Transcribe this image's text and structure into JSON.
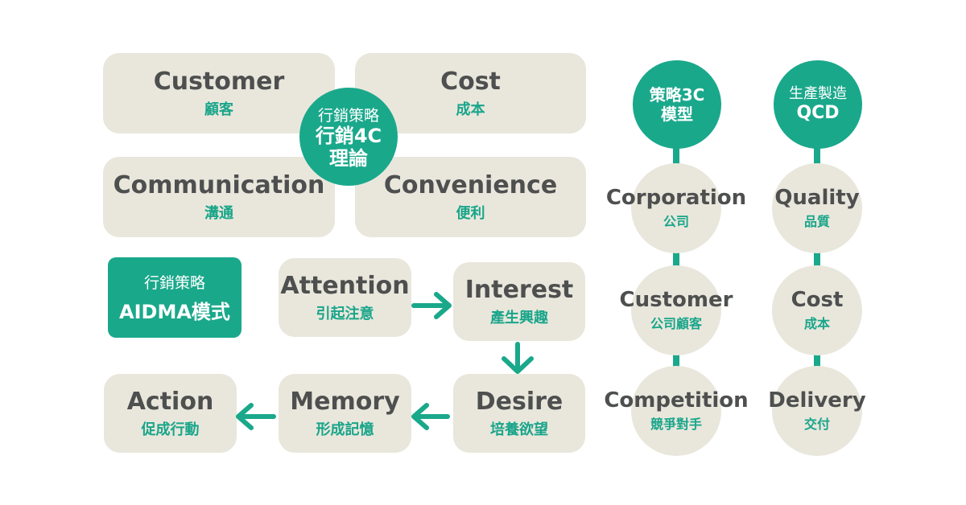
{
  "four_c": {
    "customer": {
      "en": "Customer",
      "zh": "顧客"
    },
    "cost": {
      "en": "Cost",
      "zh": "成本"
    },
    "communication": {
      "en": "Communication",
      "zh": "溝通"
    },
    "convenience": {
      "en": "Convenience",
      "zh": "便利"
    },
    "center": {
      "line1": "行銷策略",
      "line2": "行銷4C",
      "line3": "理論"
    }
  },
  "aidma": {
    "label": {
      "line1": "行銷策略",
      "line2": "AIDMA模式"
    },
    "attention": {
      "en": "Attention",
      "zh": "引起注意"
    },
    "interest": {
      "en": "Interest",
      "zh": "產生興趣"
    },
    "desire": {
      "en": "Desire",
      "zh": "培養欲望"
    },
    "memory": {
      "en": "Memory",
      "zh": "形成記憶"
    },
    "action": {
      "en": "Action",
      "zh": "促成行動"
    }
  },
  "three_c": {
    "header": {
      "line1": "策略3C",
      "line2": "模型"
    },
    "items": [
      {
        "en": "Corporation",
        "zh": "公司"
      },
      {
        "en": "Customer",
        "zh": "公司顧客"
      },
      {
        "en": "Competition",
        "zh": "競爭對手"
      }
    ]
  },
  "qcd": {
    "header": {
      "line1": "生產製造",
      "line2": "QCD"
    },
    "items": [
      {
        "en": "Quality",
        "zh": "品質"
      },
      {
        "en": "Cost",
        "zh": "成本"
      },
      {
        "en": "Delivery",
        "zh": "交付"
      }
    ]
  },
  "colors": {
    "accent": "#1aa88b",
    "box": "#e9e7dc",
    "text": "#4e4f4f"
  }
}
